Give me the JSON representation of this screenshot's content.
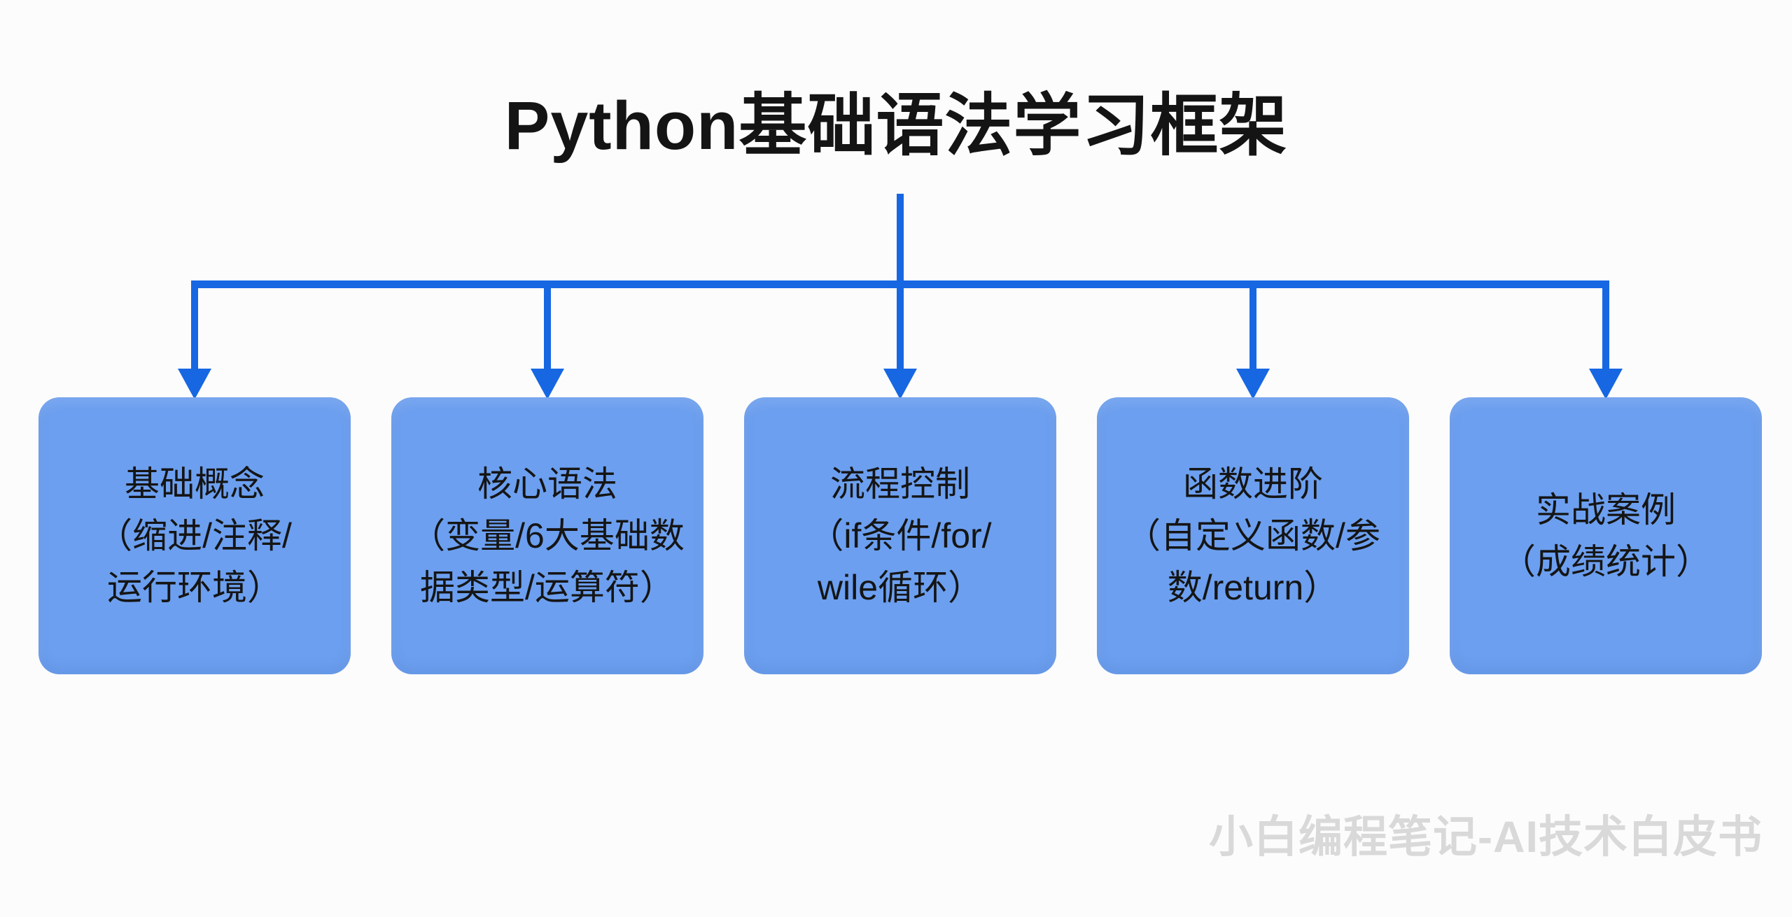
{
  "title": {
    "text": "Python基础语法学习框架"
  },
  "colors": {
    "connector": "#1767e2",
    "node_fill": "#6c9fef",
    "node_text": "#151515",
    "title_text": "#141414",
    "watermark_text": "#d9d9d9",
    "background": "#fcfcfc"
  },
  "diagram": {
    "nodes": [
      {
        "lines": [
          "基础概念",
          "（缩进/注释/",
          "运行环境）"
        ]
      },
      {
        "lines": [
          "核心语法",
          "（变量/6大基础数",
          "据类型/运算符）"
        ]
      },
      {
        "lines": [
          "流程控制",
          "（if条件/for/",
          "wile循环）"
        ]
      },
      {
        "lines": [
          "函数进阶",
          "（自定义函数/参",
          "数/return）"
        ]
      },
      {
        "lines": [
          "实战案例",
          "（成绩统计）"
        ]
      }
    ]
  },
  "watermark": {
    "text": "小白编程笔记-AI技术白皮书"
  }
}
